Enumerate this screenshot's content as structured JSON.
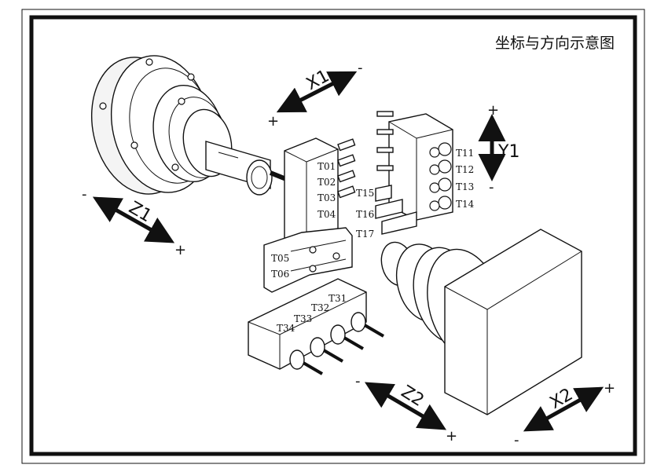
{
  "title": "坐标与方向示意图",
  "axes": {
    "x1": {
      "label": "X1",
      "minus": "-",
      "plus": "+"
    },
    "z1": {
      "label": "Z1",
      "minus": "-",
      "plus": "+"
    },
    "y1": {
      "label": "Y1",
      "minus": "-",
      "plus": "+"
    },
    "z2": {
      "label": "Z2",
      "minus": "-",
      "plus": "+"
    },
    "x2": {
      "label": "X2",
      "minus": "-",
      "plus": "+"
    }
  },
  "tools": {
    "t01": "T01",
    "t02": "T02",
    "t03": "T03",
    "t04": "T04",
    "t05": "T05",
    "t06": "T06",
    "t11": "T11",
    "t12": "T12",
    "t13": "T13",
    "t14": "T14",
    "t15": "T15",
    "t16": "T16",
    "t17": "T17",
    "t31": "T31",
    "t32": "T32",
    "t33": "T33",
    "t34": "T34"
  }
}
